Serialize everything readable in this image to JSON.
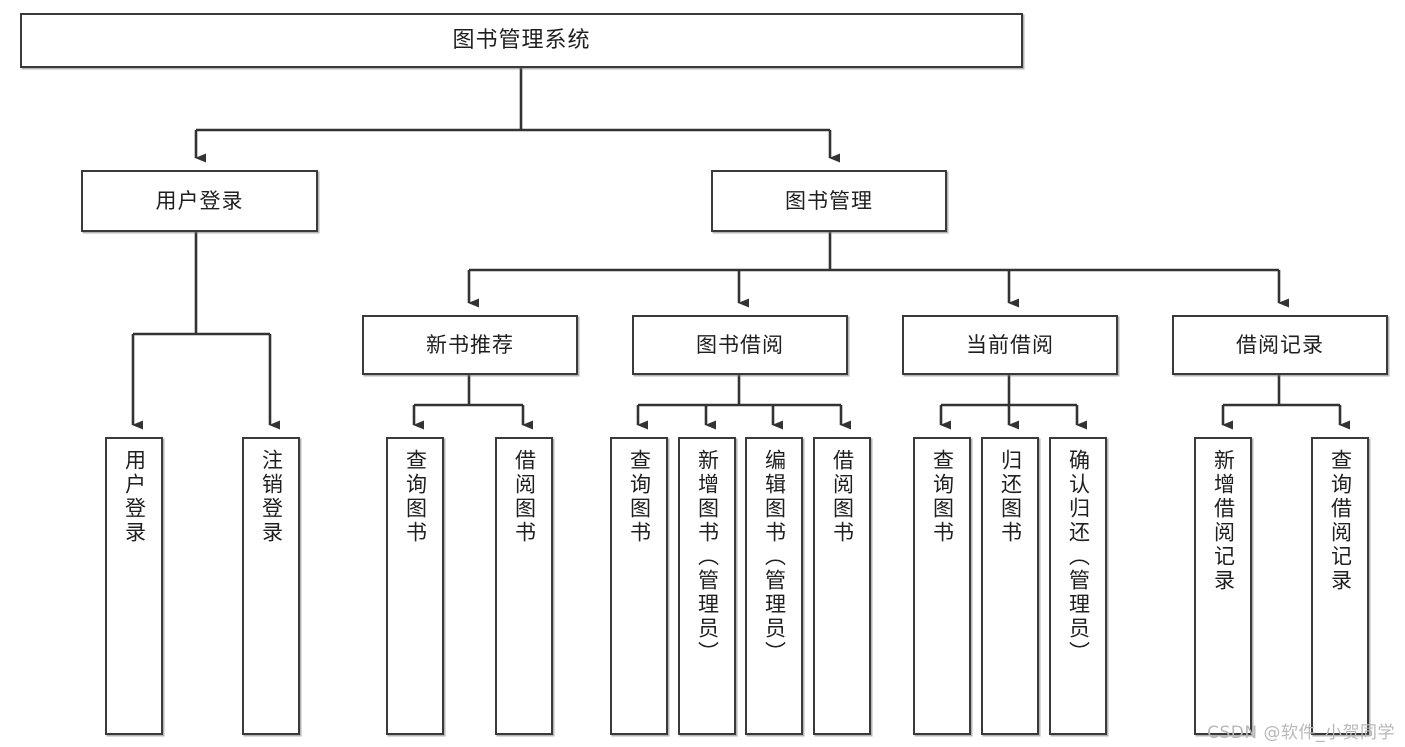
{
  "diagram": {
    "title": "图书管理系统",
    "watermark": "CSDN @软件_小贺同学",
    "accent_color": "#3a3a3a",
    "background_color": "#ffffff",
    "text_color": "#1f1f1f",
    "watermark_color": "#b8b8b8"
  },
  "nodes": {
    "root": {
      "label": "图书管理系统"
    },
    "level2": [
      {
        "label": "用户登录"
      },
      {
        "label": "图书管理"
      }
    ],
    "level3": [
      {
        "label": "新书推荐"
      },
      {
        "label": "图书借阅"
      },
      {
        "label": "当前借阅"
      },
      {
        "label": "借阅记录"
      }
    ],
    "leaves": [
      {
        "label": "用户登录"
      },
      {
        "label": "注销登录"
      },
      {
        "label": "查询图书"
      },
      {
        "label": "借阅图书"
      },
      {
        "label": "查询图书"
      },
      {
        "label": "新增图书（管理员）"
      },
      {
        "label": "编辑图书（管理员）"
      },
      {
        "label": "借阅图书"
      },
      {
        "label": "查询图书"
      },
      {
        "label": "归还图书"
      },
      {
        "label": "确认归还（管理员）"
      },
      {
        "label": "新增借阅记录"
      },
      {
        "label": "查询借阅记录"
      }
    ]
  },
  "tree": {
    "type": "tree-diagram",
    "root": "图书管理系统",
    "children": [
      {
        "label": "用户登录",
        "children": [
          {
            "label": "用户登录"
          },
          {
            "label": "注销登录"
          }
        ]
      },
      {
        "label": "图书管理",
        "children": [
          {
            "label": "新书推荐",
            "children": [
              {
                "label": "查询图书"
              },
              {
                "label": "借阅图书"
              }
            ]
          },
          {
            "label": "图书借阅",
            "children": [
              {
                "label": "查询图书"
              },
              {
                "label": "新增图书（管理员）"
              },
              {
                "label": "编辑图书（管理员）"
              },
              {
                "label": "借阅图书"
              }
            ]
          },
          {
            "label": "当前借阅",
            "children": [
              {
                "label": "查询图书"
              },
              {
                "label": "归还图书"
              },
              {
                "label": "确认归还（管理员）"
              }
            ]
          },
          {
            "label": "借阅记录",
            "children": [
              {
                "label": "新增借阅记录"
              },
              {
                "label": "查询借阅记录"
              }
            ]
          }
        ]
      }
    ]
  }
}
